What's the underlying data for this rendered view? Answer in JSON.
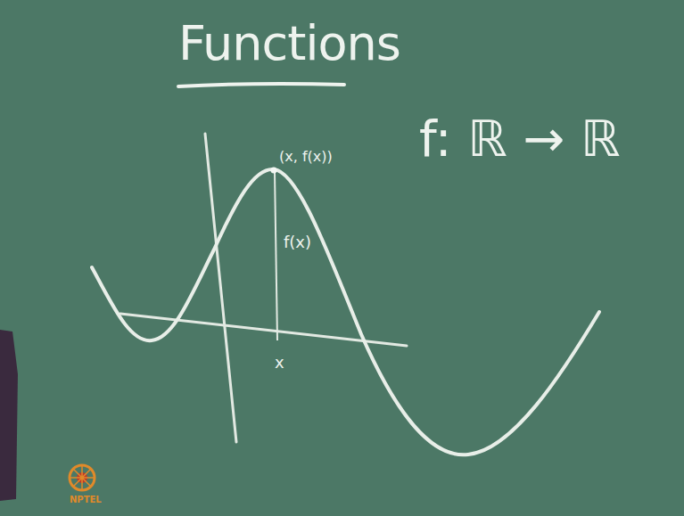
{
  "diagram": {
    "title": "Functions",
    "labels": [
      "(x, f(x))",
      "f(x)",
      "x",
      "f: ℝ → ℝ",
      "NPTEL"
    ]
  }
}
